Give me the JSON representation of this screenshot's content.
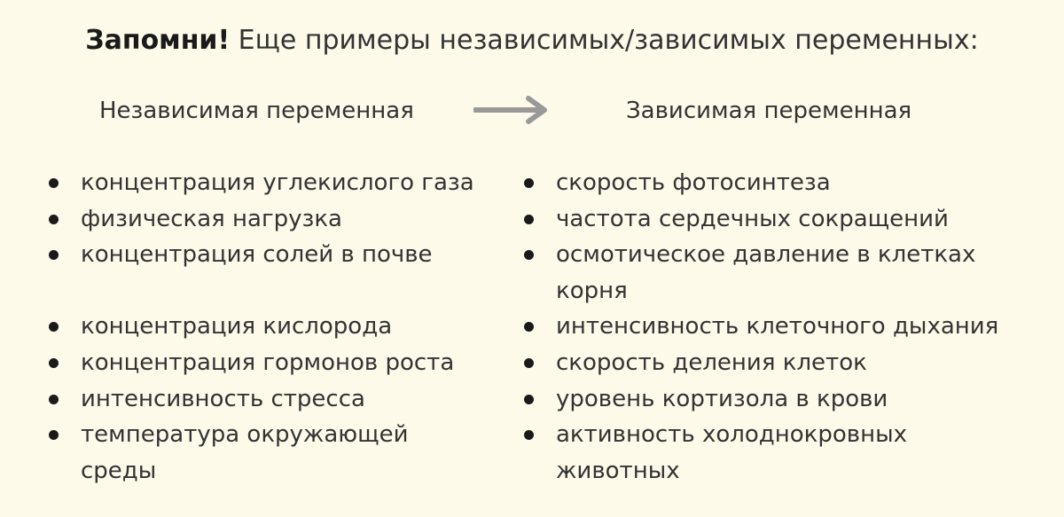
{
  "title": {
    "bold": "Запомни!",
    "rest": " Еще примеры независимых/зависимых переменных:"
  },
  "columns": {
    "independent_header": "Независимая переменная",
    "dependent_header": "Зависимая переменная"
  },
  "independent": {
    "group1": [
      "концентрация углекислого газа",
      "физическая нагрузка",
      "концентрация солей в почве"
    ],
    "group2": [
      "концентрация кислорода",
      "концентрация гормонов роста",
      "интенсивность стресса",
      "температура окружающей среды"
    ]
  },
  "dependent": [
    "скорость фотосинтеза",
    "частота сердечных сокращений",
    "осмотическое давление в клетках корня",
    "интенсивность клеточного дыхания",
    "скорость деления клеток",
    "уровень кортизола в крови",
    "активность холоднокровных животных"
  ],
  "colors": {
    "background": "#fefaea",
    "text": "#333333",
    "arrow": "#999999"
  },
  "icons": {
    "arrow": "arrow-right-icon",
    "bullet": "bullet-icon"
  }
}
